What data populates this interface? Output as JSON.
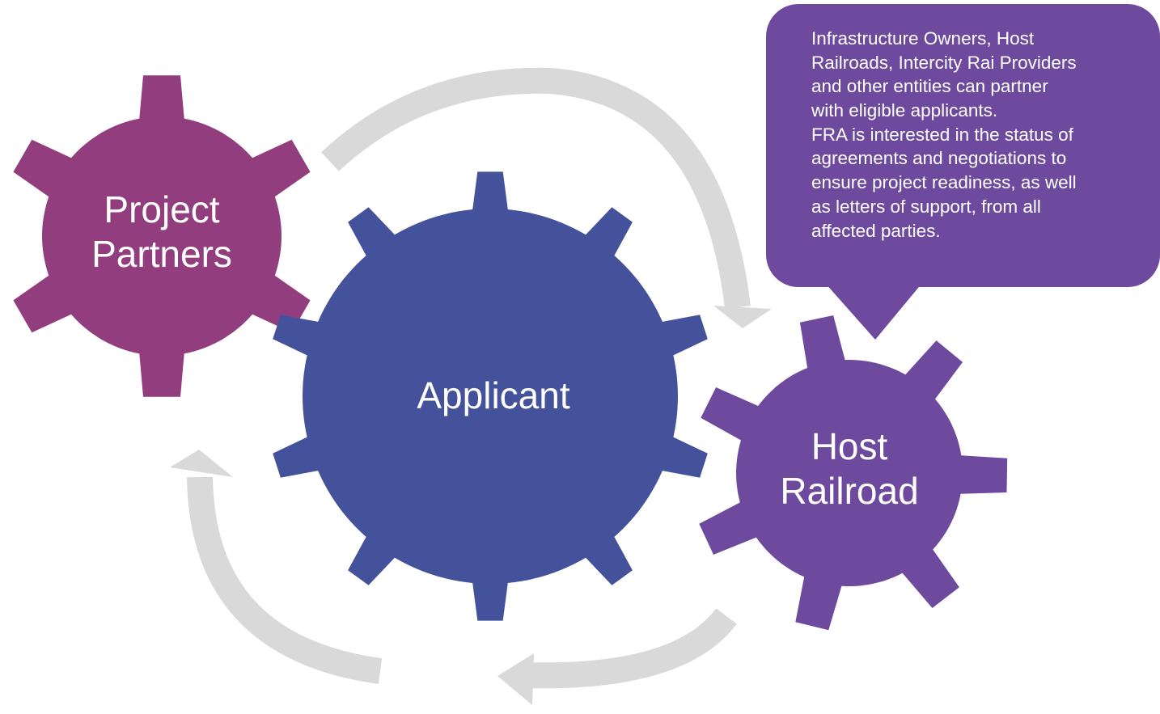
{
  "colors": {
    "applicant_gear": "#43529b",
    "partners_gear": "#923e7e",
    "host_gear": "#6e4a9e",
    "callout": "#6e4a9e",
    "arrows": "#d9d9d9",
    "text": "#ffffff"
  },
  "gears": {
    "partners": {
      "line1": "Project",
      "line2": "Partners"
    },
    "applicant": {
      "label": "Applicant"
    },
    "host": {
      "line1": "Host",
      "line2": "Railroad"
    }
  },
  "callout": {
    "lines": [
      "Infrastructure Owners, Host",
      "Railroads, Intercity Rai Providers",
      "and other entities can partner",
      "with eligible applicants.",
      "FRA is interested in the status of",
      "agreements and negotiations to",
      "ensure project readiness, as well",
      "as letters of support, from all",
      "affected parties."
    ]
  },
  "arrows": [
    "cycle-arrow",
    "cycle-arrow",
    "cycle-arrow"
  ]
}
